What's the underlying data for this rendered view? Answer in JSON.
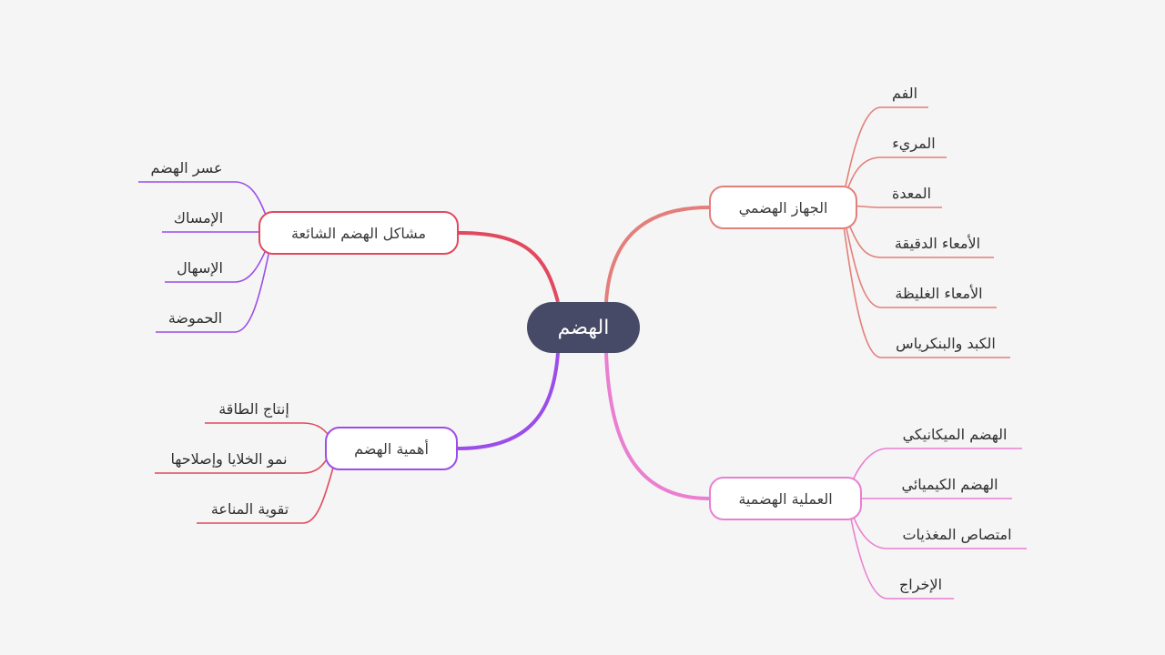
{
  "root": {
    "label": "الهضم"
  },
  "colors": {
    "background": "#f5f5f5",
    "root_fill": "#474a66",
    "digestive_system": "#e37f7b",
    "digestive_process": "#ea7fd1",
    "problems_trunk": "#e14a5e",
    "problems_leaves": "#9b4dea",
    "importance_trunk": "#9b4dea",
    "importance_leaves": "#e14a5e"
  },
  "branches": {
    "digestive_system": {
      "label": "الجهاز الهضمي",
      "items": [
        "الفم",
        "المريء",
        "المعدة",
        "الأمعاء الدقيقة",
        "الأمعاء الغليظة",
        "الكبد والبنكرياس"
      ]
    },
    "digestive_process": {
      "label": "العملية الهضمية",
      "items": [
        "الهضم الميكانيكي",
        "الهضم الكيميائي",
        "امتصاص المغذيات",
        "الإخراج"
      ]
    },
    "problems": {
      "label": "مشاكل الهضم الشائعة",
      "items": [
        "عسر الهضم",
        "الإمساك",
        "الإسهال",
        "الحموضة"
      ]
    },
    "importance": {
      "label": "أهمية الهضم",
      "items": [
        "إنتاج الطاقة",
        "نمو الخلايا وإصلاحها",
        "تقوية المناعة"
      ]
    }
  }
}
